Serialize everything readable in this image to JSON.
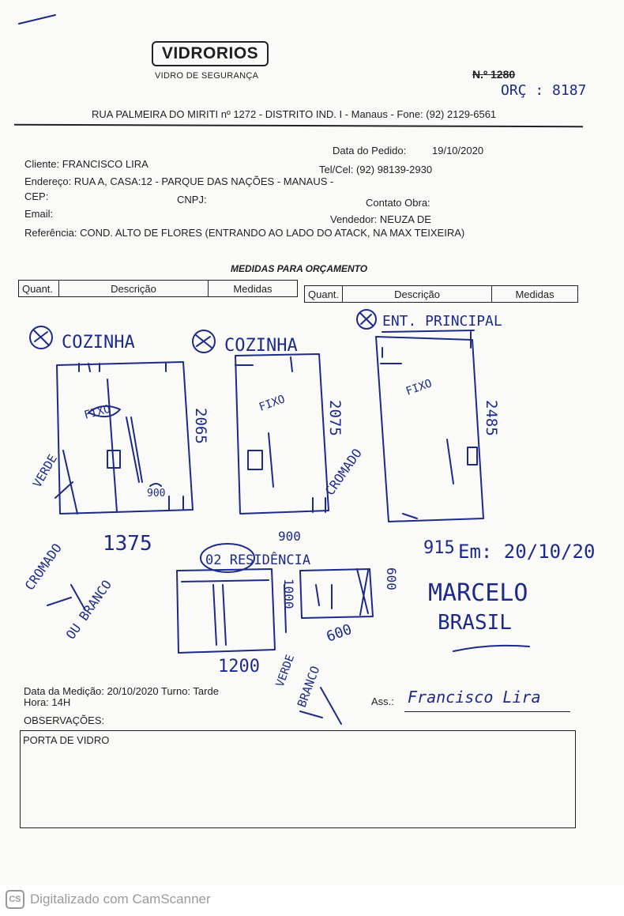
{
  "header": {
    "logo": "VIDRORIOS",
    "logo_sub": "VIDRO DE SEGURANÇA",
    "numero": "N.º 1280",
    "orc_note": "ORÇ : 8187",
    "address": "RUA PALMEIRA DO MIRITI nº 1272 - DISTRITO IND. I - Manaus - Fone: (92) 2129-6561"
  },
  "client": {
    "data_pedido_label": "Data do Pedido:",
    "data_pedido": "19/10/2020",
    "cliente": "Cliente: FRANCISCO LIRA",
    "telcel": "Tel/Cel: (92) 98139-2930",
    "endereco": "Endereço: RUA A, CASA:12  - PARQUE DAS NAÇÕES - MANAUS -",
    "cep": "CEP:",
    "cnpj": "CNPJ:",
    "contato": "Contato Obra:",
    "email": "Email:",
    "vendedor": "Vendedor: NEUZA DE",
    "referencia": "Referência: COND. ALTO DE FLORES (ENTRANDO AO LADO DO ATACK, NA MAX TEIXEIRA)"
  },
  "measures": {
    "title": "MEDIDAS PARA ORÇAMENTO",
    "headers": [
      "Quant.",
      "Descrição",
      "Medidas"
    ]
  },
  "sketch_labels": {
    "cozinha1": "COZINHA",
    "cozinha2": "COZINHA",
    "principal": "ENT. PRINCIPAL",
    "fixo1": "FIXO",
    "fixo2": "FIXO",
    "fixo3": "FIXO",
    "fixo_scribble": "FIXO",
    "h1": "2065",
    "h2": "2075",
    "h3": "2485",
    "w900": "900",
    "w1375": "1375",
    "w915": "915",
    "cromado1": "CROMADO",
    "cromado2": "CROMADO",
    "verde1": "VERDE",
    "ou_branco": "OU BRANCO",
    "residencia": "02 RESIDÊNCIA",
    "w900b": "900",
    "h1000": "1000",
    "h600": "600",
    "w600": "600",
    "w1200": "1200",
    "verde2": "VERDE",
    "branco": "BRANCO",
    "em_date": "Em: 20/10/20",
    "marcelo": "MARCELO",
    "brasil": "BRASIL"
  },
  "footer": {
    "data_medicao": "Data da Medição: 20/10/2020  Turno: Tarde",
    "hora": "Hora: 14H",
    "ass_label": "Ass.:",
    "signature": "Francisco Lira",
    "observacoes": "OBSERVAÇÕES:",
    "obs_text": "PORTA DE VIDRO"
  },
  "scanner": {
    "icon": "CS",
    "text": "Digitalizado com CamScanner"
  }
}
